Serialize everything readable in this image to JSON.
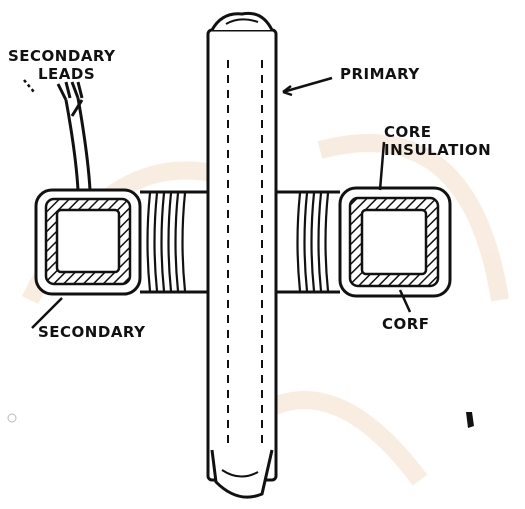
{
  "labels": {
    "secondary_leads_line1": "SECONDARY",
    "secondary_leads_line2": "LEADS",
    "primary": "PRIMARY",
    "core_insulation_line1": "CORE",
    "core_insulation_line2": "INSULATION",
    "secondary": "SECONDARY",
    "core": "CORF"
  },
  "colors": {
    "ink": "#111111",
    "paper": "#ffffff",
    "watermark": "#f6e2cf"
  }
}
